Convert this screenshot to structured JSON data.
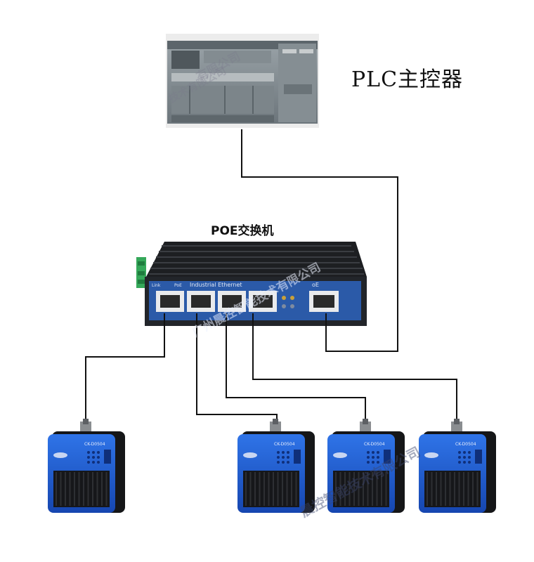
{
  "labels": {
    "plc_controller": "PLC主控器",
    "poe_switch": "POE交换机"
  },
  "switch_panel": {
    "brand_text": "Industrial Ethernet",
    "brand_suffix": "oE",
    "port_link": "Link",
    "port_poe": "PoE"
  },
  "watermark": {
    "text_plc": "有限公司",
    "text_plc2": "技术有限公司",
    "text_switch": "广州晨控智能技术有限公司",
    "text_readers": "晨控智能技术有限公司"
  },
  "devices": {
    "reader_model": "CK-D0504",
    "reader_count": 4
  },
  "colors": {
    "reader_blue": "#1f5fd1",
    "switch_blue": "#2b5aa8",
    "cable": "#111111"
  }
}
